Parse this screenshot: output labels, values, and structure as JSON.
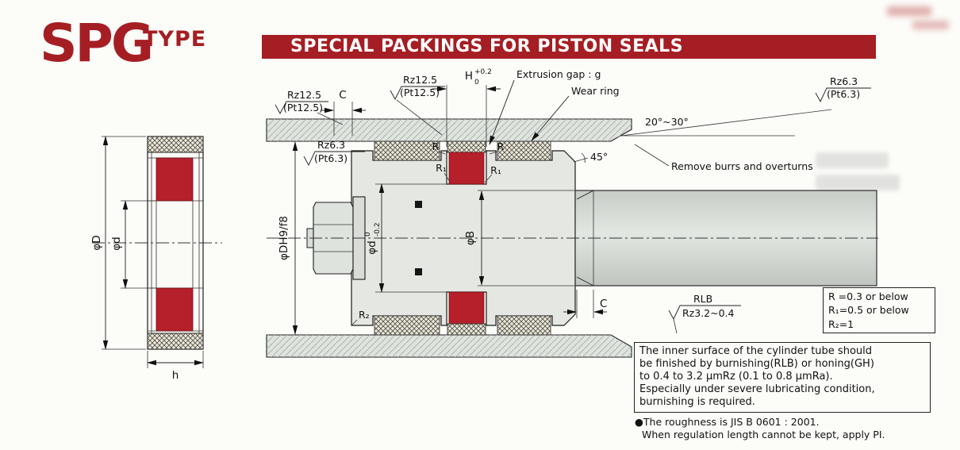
{
  "colors": {
    "accent": "#a51e23",
    "seal_red": "#b5202a",
    "metal": "#e0e4df"
  },
  "header": {
    "logo": "SPG",
    "logo_suffix": "TYPE",
    "title": "SPECIAL PACKINGS FOR PISTON SEALS"
  },
  "front_view": {
    "dia_outer": "φD",
    "dia_inner": "φd",
    "height": "h"
  },
  "section": {
    "finish_top_left": {
      "l1": "Rz12.5",
      "l2": "(Pt12.5)"
    },
    "finish_top_center": {
      "l1": "Rz12.5",
      "l2": "(Pt12.5)"
    },
    "finish_top_right": {
      "l1": "Rz6.3",
      "l2": "(Pt6.3)"
    },
    "finish_piston": {
      "l1": "Rz6.3",
      "l2": "(Pt6.3)"
    },
    "finish_bore": {
      "l1": "RLB",
      "l2": "Rz3.2~0.4"
    },
    "dim_c": "C",
    "groove_width": {
      "base": "H",
      "sup": "+0.2",
      "sub": "0"
    },
    "extrusion_gap": "Extrusion gap : g",
    "wear_ring": "Wear ring",
    "lead_angle": "20°~30°",
    "chamfer_angle": "45°",
    "remove_burrs": "Remove burrs and overturns",
    "radius_r": "R",
    "radius_r1": "R₁",
    "radius_r2": "R₂",
    "dia_bore": "φDH9/f8",
    "dia_groove": {
      "base": "φd",
      "sup": "0",
      "sub": "-0.2"
    },
    "dia_rod": "φB"
  },
  "radius_box": {
    "line1": "R =0.3 or below",
    "line2": "R₁=0.5 or below",
    "line3": "R₂=1"
  },
  "note_box": {
    "lines": [
      "The inner surface of the cylinder tube should",
      "be finished by burnishing(RLB) or honing(GH)",
      "to 0.4 to 3.2 μmRz (0.1 to 0.8 μmRa).",
      "Especially under severe lubricating condition,",
      "burnishing is required."
    ]
  },
  "footnotes": {
    "line1": "●The roughness is JIS B 0601 : 2001.",
    "line2": "When regulation length cannot be kept, apply PI."
  }
}
